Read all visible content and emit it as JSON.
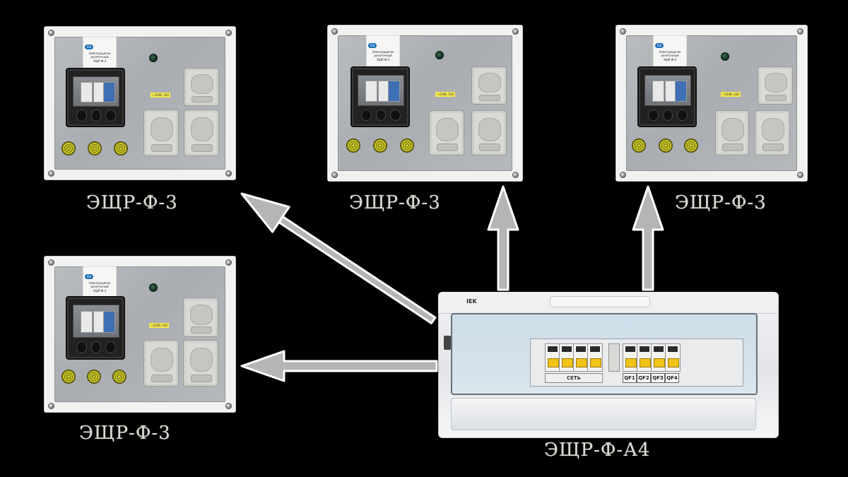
{
  "scene": {
    "background_color": "#000000",
    "arrow_color": "#b5b5b5",
    "arrow_outline_color": "#ffffff"
  },
  "panels": [
    {
      "caption": "ЭЩР-Ф-3",
      "voltage_label": "~220В, 16А",
      "card_title": "Электрощиток розеточный",
      "card_model": "ЭЩР-Ф-3"
    },
    {
      "caption": "ЭЩР-Ф-3",
      "voltage_label": "~220В, 16А",
      "card_title": "Электрощиток розеточный",
      "card_model": "ЭЩР-Ф-3"
    },
    {
      "caption": "ЭЩР-Ф-3",
      "voltage_label": "~220В, 16А",
      "card_title": "Электрощиток розеточный",
      "card_model": "ЭЩР-Ф-3"
    },
    {
      "caption": "ЭЩР-Ф-3",
      "voltage_label": "~220В, 16А",
      "card_title": "Электрощиток розеточный",
      "card_model": "ЭЩР-Ф-3"
    }
  ],
  "main_box": {
    "caption": "ЭЩР-Ф-А4",
    "brand": "IEK",
    "main_breaker_label": "СЕТЬ",
    "group_breakers": [
      "QF1",
      "QF2",
      "QF3",
      "QF4"
    ],
    "breaker_accent_color": "#f2c318"
  }
}
